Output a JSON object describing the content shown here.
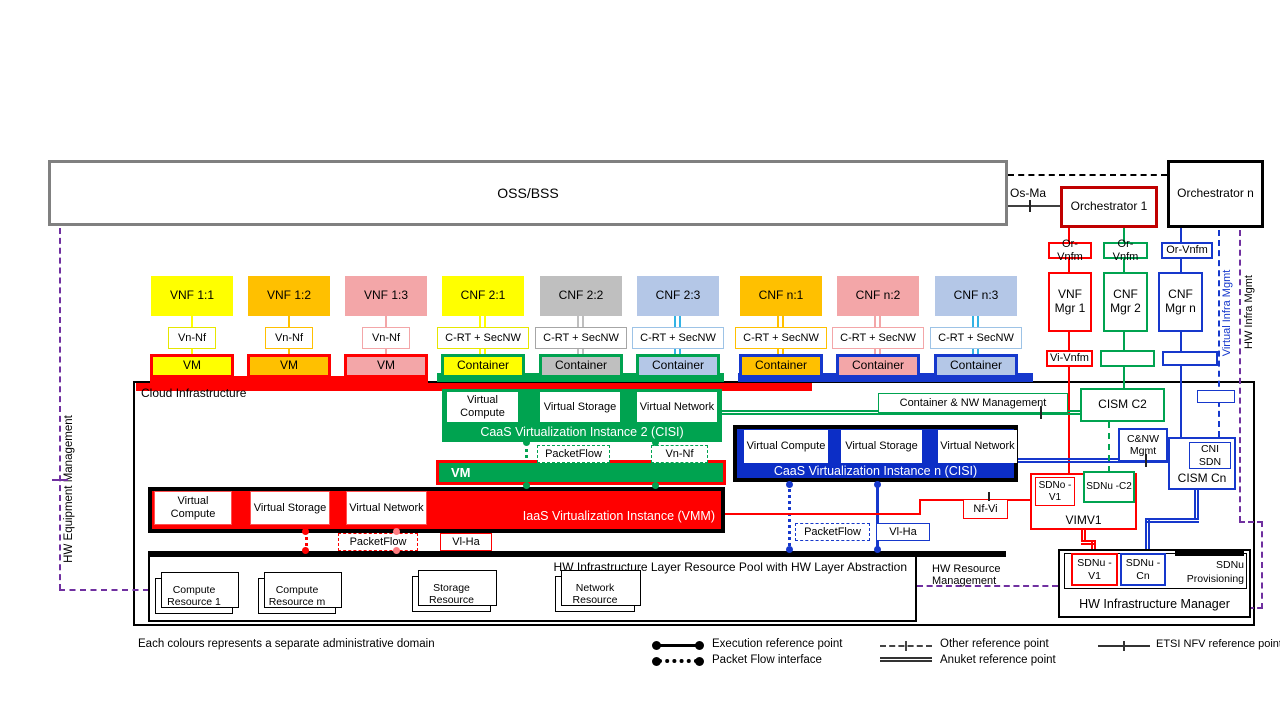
{
  "palette": {
    "yellow": "#FFFF00",
    "orange": "#FFC000",
    "pink": "#F3A6A8",
    "light_blue": "#B4C7E7",
    "gray_fill": "#BFBFBF",
    "red": "#FF0000",
    "dark_red": "#C00000",
    "light_red_line": "#FF7C80",
    "green": "#00A350",
    "blue": "#1638CC",
    "deep_blue": "#0C2EC6",
    "cyan": "#33B3E5",
    "purple": "#7030A0",
    "oss_border_gray": "#808080"
  },
  "top": {
    "oss_bss": "OSS/BSS",
    "os_ma": "Os-Ma",
    "orchestrator_1": "Orchestrator 1",
    "orchestrator_n": "Orchestrator n"
  },
  "columns": [
    {
      "nf": "VNF 1:1",
      "iface": "Vn-Nf",
      "runtime": "VM"
    },
    {
      "nf": "VNF 1:2",
      "iface": "Vn-Nf",
      "runtime": "VM"
    },
    {
      "nf": "VNF 1:3",
      "iface": "Vn-Nf",
      "runtime": "VM"
    },
    {
      "nf": "CNF 2:1",
      "iface": "C-RT + SecNW",
      "runtime": "Container"
    },
    {
      "nf": "CNF 2:2",
      "iface": "C-RT + SecNW",
      "runtime": "Container"
    },
    {
      "nf": "CNF 2:3",
      "iface": "C-RT + SecNW",
      "runtime": "Container"
    },
    {
      "nf": "CNF n:1",
      "iface": "C-RT + SecNW",
      "runtime": "Container"
    },
    {
      "nf": "CNF n:2",
      "iface": "C-RT + SecNW",
      "runtime": "Container"
    },
    {
      "nf": "CNF n:3",
      "iface": "C-RT + SecNW",
      "runtime": "Container"
    }
  ],
  "mano": {
    "or_vnfm": "Or-Vnfm",
    "vnf_mgr_1": "VNF Mgr 1",
    "cnf_mgr_2": "CNF Mgr 2",
    "cnf_mgr_n": "CNF Mgr n",
    "vi_vnfm": "Vi-Vnfm"
  },
  "cloud": {
    "title": "Cloud Infrastructure",
    "caas2_label": "CaaS Virtualization Instance 2 (CISI)",
    "caasn_label": "CaaS Virtualization Instance n (CISI)",
    "iaas_label": "IaaS Virtualization Instance (VMM)",
    "vm_label": "VM",
    "virtual_compute": "Virtual Compute",
    "virtual_storage": "Virtual Storage",
    "virtual_network": "Virtual Network",
    "packetflow": "PacketFlow",
    "vn_nf": "Vn-Nf",
    "vl_ha": "Vl-Ha",
    "nf_vi": "Nf-Vi",
    "container_nw_mgmt": "Container & NW Management"
  },
  "right": {
    "cism_c2": "CISM C2",
    "cnw_mgmt": "C&NW Mgmt",
    "cism_cn": "CISM Cn",
    "cni_sdn": "CNI SDN",
    "vimv1": "VIMV1",
    "sdno_v1": "SDNo -V1",
    "sdnu_c2": "SDNu -C2",
    "sdnu_v1": "SDNu -V1",
    "sdnu_cn": "SDNu -Cn",
    "sdnu_prov_line1": "SDNu",
    "sdnu_prov_line2": "Provisioning",
    "hw_infra_manager": "HW Infrastructure Manager"
  },
  "hw": {
    "pool_label": "HW Infrastructure Layer Resource Pool with HW Layer Abstraction",
    "resources": [
      "Compute Resource 1",
      "Compute Resource m",
      "Storage Resource",
      "Network Resource"
    ]
  },
  "mgmt": {
    "hw_equipment": "HW Equipment Management",
    "virtual_infra": "Virtual Infra Mgmt",
    "hw_infra": "HW Infra Mgmt",
    "hw_resource": "HW Resource Management"
  },
  "legend": {
    "execution": "Execution reference point",
    "packet_flow": "Packet Flow interface",
    "other": "Other reference point",
    "anuket": "Anuket reference point",
    "etsi": "ETSI NFV reference point"
  },
  "note": "Each colours represents a separate administrative domain"
}
